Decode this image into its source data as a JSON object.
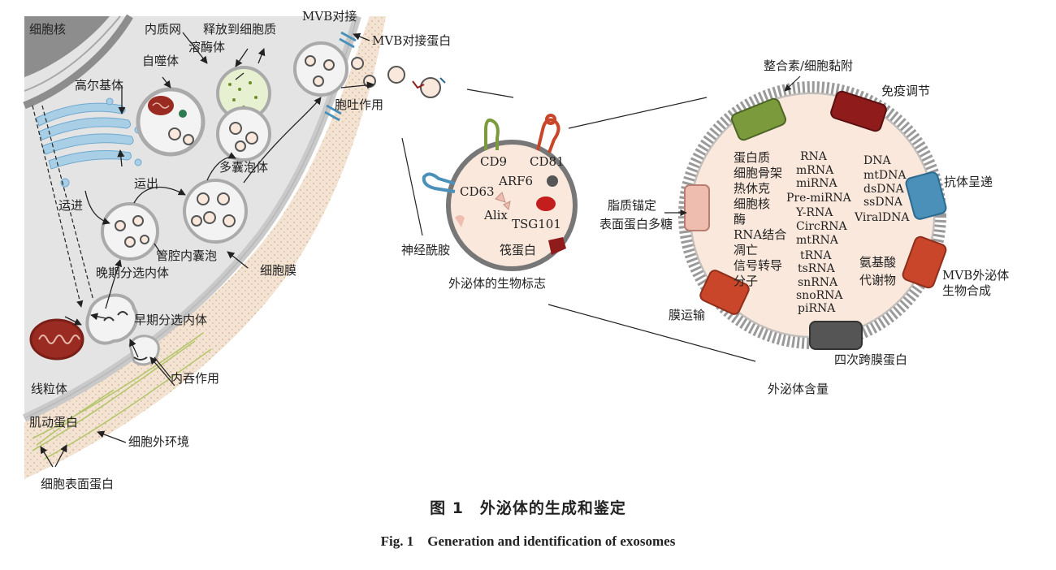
{
  "cell_labels": {
    "nucleus": "细胞核",
    "er": "内质网",
    "release": "释放到细胞质",
    "lysosome": "溶酶体",
    "autophagosome": "自噬体",
    "golgi": "高尔基体",
    "transport_out": "运出",
    "transport_in": "运进",
    "mvb": "多囊泡体",
    "late_endosome": "晚期分选内体",
    "ilv": "管腔内囊泡",
    "membrane": "细胞膜",
    "early_endosome": "早期分选内体",
    "endocytosis": "内吞作用",
    "mitochondria": "线粒体",
    "actin": "肌动蛋白",
    "extracellular": "细胞外环境",
    "surface_protein": "细胞表面蛋白",
    "mvb_docking": "MVB对接",
    "mvb_docking_protein": "MVB对接蛋白",
    "exocytosis": "胞吐作用"
  },
  "biomarker": {
    "title": "外泌体的生物标志",
    "cd9": "CD9",
    "cd81": "CD81",
    "arf6": "ARF6",
    "cd63": "CD63",
    "alix": "Alix",
    "tsg101": "TSG101",
    "flotillin": "筏蛋白",
    "ceramide": "神经酰胺"
  },
  "content": {
    "title": "外泌体含量",
    "integrin": "整合素/细胞黏附",
    "immune": "免疫调节",
    "antigen": "抗体呈递",
    "mvb_bio": [
      "MVB外泌体",
      "生物合成"
    ],
    "tetraspanin": "四次跨膜蛋白",
    "membrane_transport": "膜运输",
    "gpi": [
      "脂质锚定",
      "表面蛋白多糖"
    ],
    "proteins": [
      "蛋白质",
      "细胞骨架",
      "热休克",
      "细胞核",
      "酶",
      "RNA结合",
      "凋亡",
      "信号转导",
      "分子"
    ],
    "rna": [
      "RNA",
      "mRNA",
      "miRNA",
      "Pre-miRNA",
      "Y-RNA",
      "CircRNA",
      "mtRNA",
      "tRNA",
      "tsRNA",
      "snRNA",
      "snoRNA",
      "piRNA"
    ],
    "dna": [
      "DNA",
      "mtDNA",
      "dsDNA",
      "ssDNA",
      "ViralDNA"
    ],
    "metabolites": [
      "氨基酸",
      "代谢物"
    ]
  },
  "caption": {
    "cn": "图 1　外泌体的生成和鉴定",
    "en": "Fig. 1　Generation and identification of exosomes"
  },
  "colors": {
    "cytoplasm": "#e4e4e4",
    "membrane_band": "#f2dccb",
    "vesicle_interior": "#fbe8dc",
    "green_protein": "#7a9a3c",
    "red_protein": "#8f1b1b",
    "blue_protein": "#4a90b8",
    "orange_protein": "#c9462a",
    "pink_protein": "#efbdb0",
    "gray_protein": "#555555",
    "mitochondria": "#9a2b22"
  }
}
